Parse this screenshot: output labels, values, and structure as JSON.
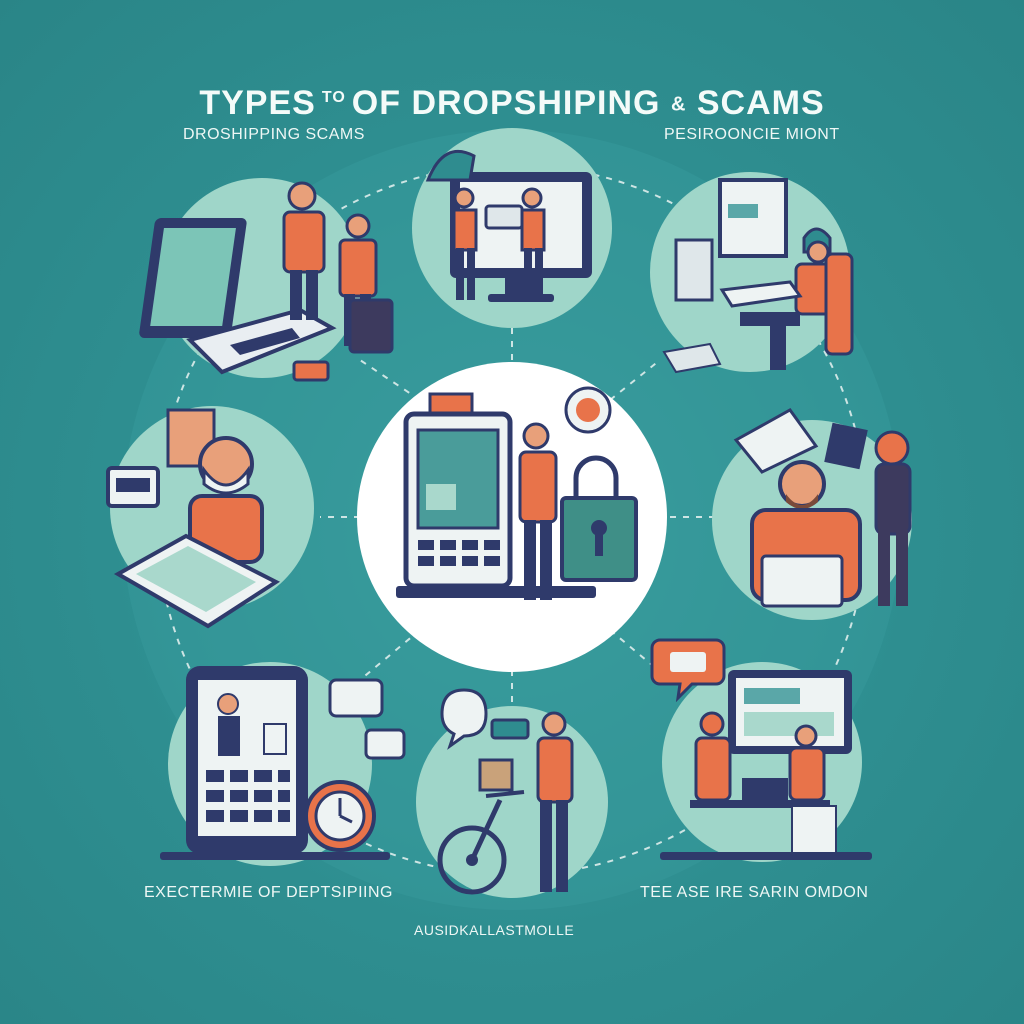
{
  "header": {
    "title_a": "TYPES",
    "title_mid": "TO",
    "title_b": "OF DROPSHIPING",
    "title_amp": "&",
    "title_c": "SCAMS",
    "subtitle_left": "DROSHIPPING SCAMS",
    "subtitle_right": "PESIROONCIE MIONT"
  },
  "captions": {
    "bottom_left": "EXECTERMIE OF DEPTSIPIING",
    "bottom_center": "AUSIDKALLASTMOLLE",
    "bottom_right": "TEE ASE IRE SARIN OMDON"
  },
  "colors": {
    "background": "#2e8c8f",
    "circle_light": "#9fd6c9",
    "center_circle": "#ffffff",
    "accent_orange": "#e8734a",
    "navy": "#2f3a6b",
    "dashed_line": "#e9f3f1"
  },
  "icons": [
    "laptop-icon",
    "monitor-icon",
    "server-icon",
    "tablet-icon",
    "kiosk-icon",
    "padlock-icon",
    "smartphone-icon",
    "clock-icon",
    "chat-bubble-icon",
    "bicycle-icon",
    "desktop-icon"
  ]
}
